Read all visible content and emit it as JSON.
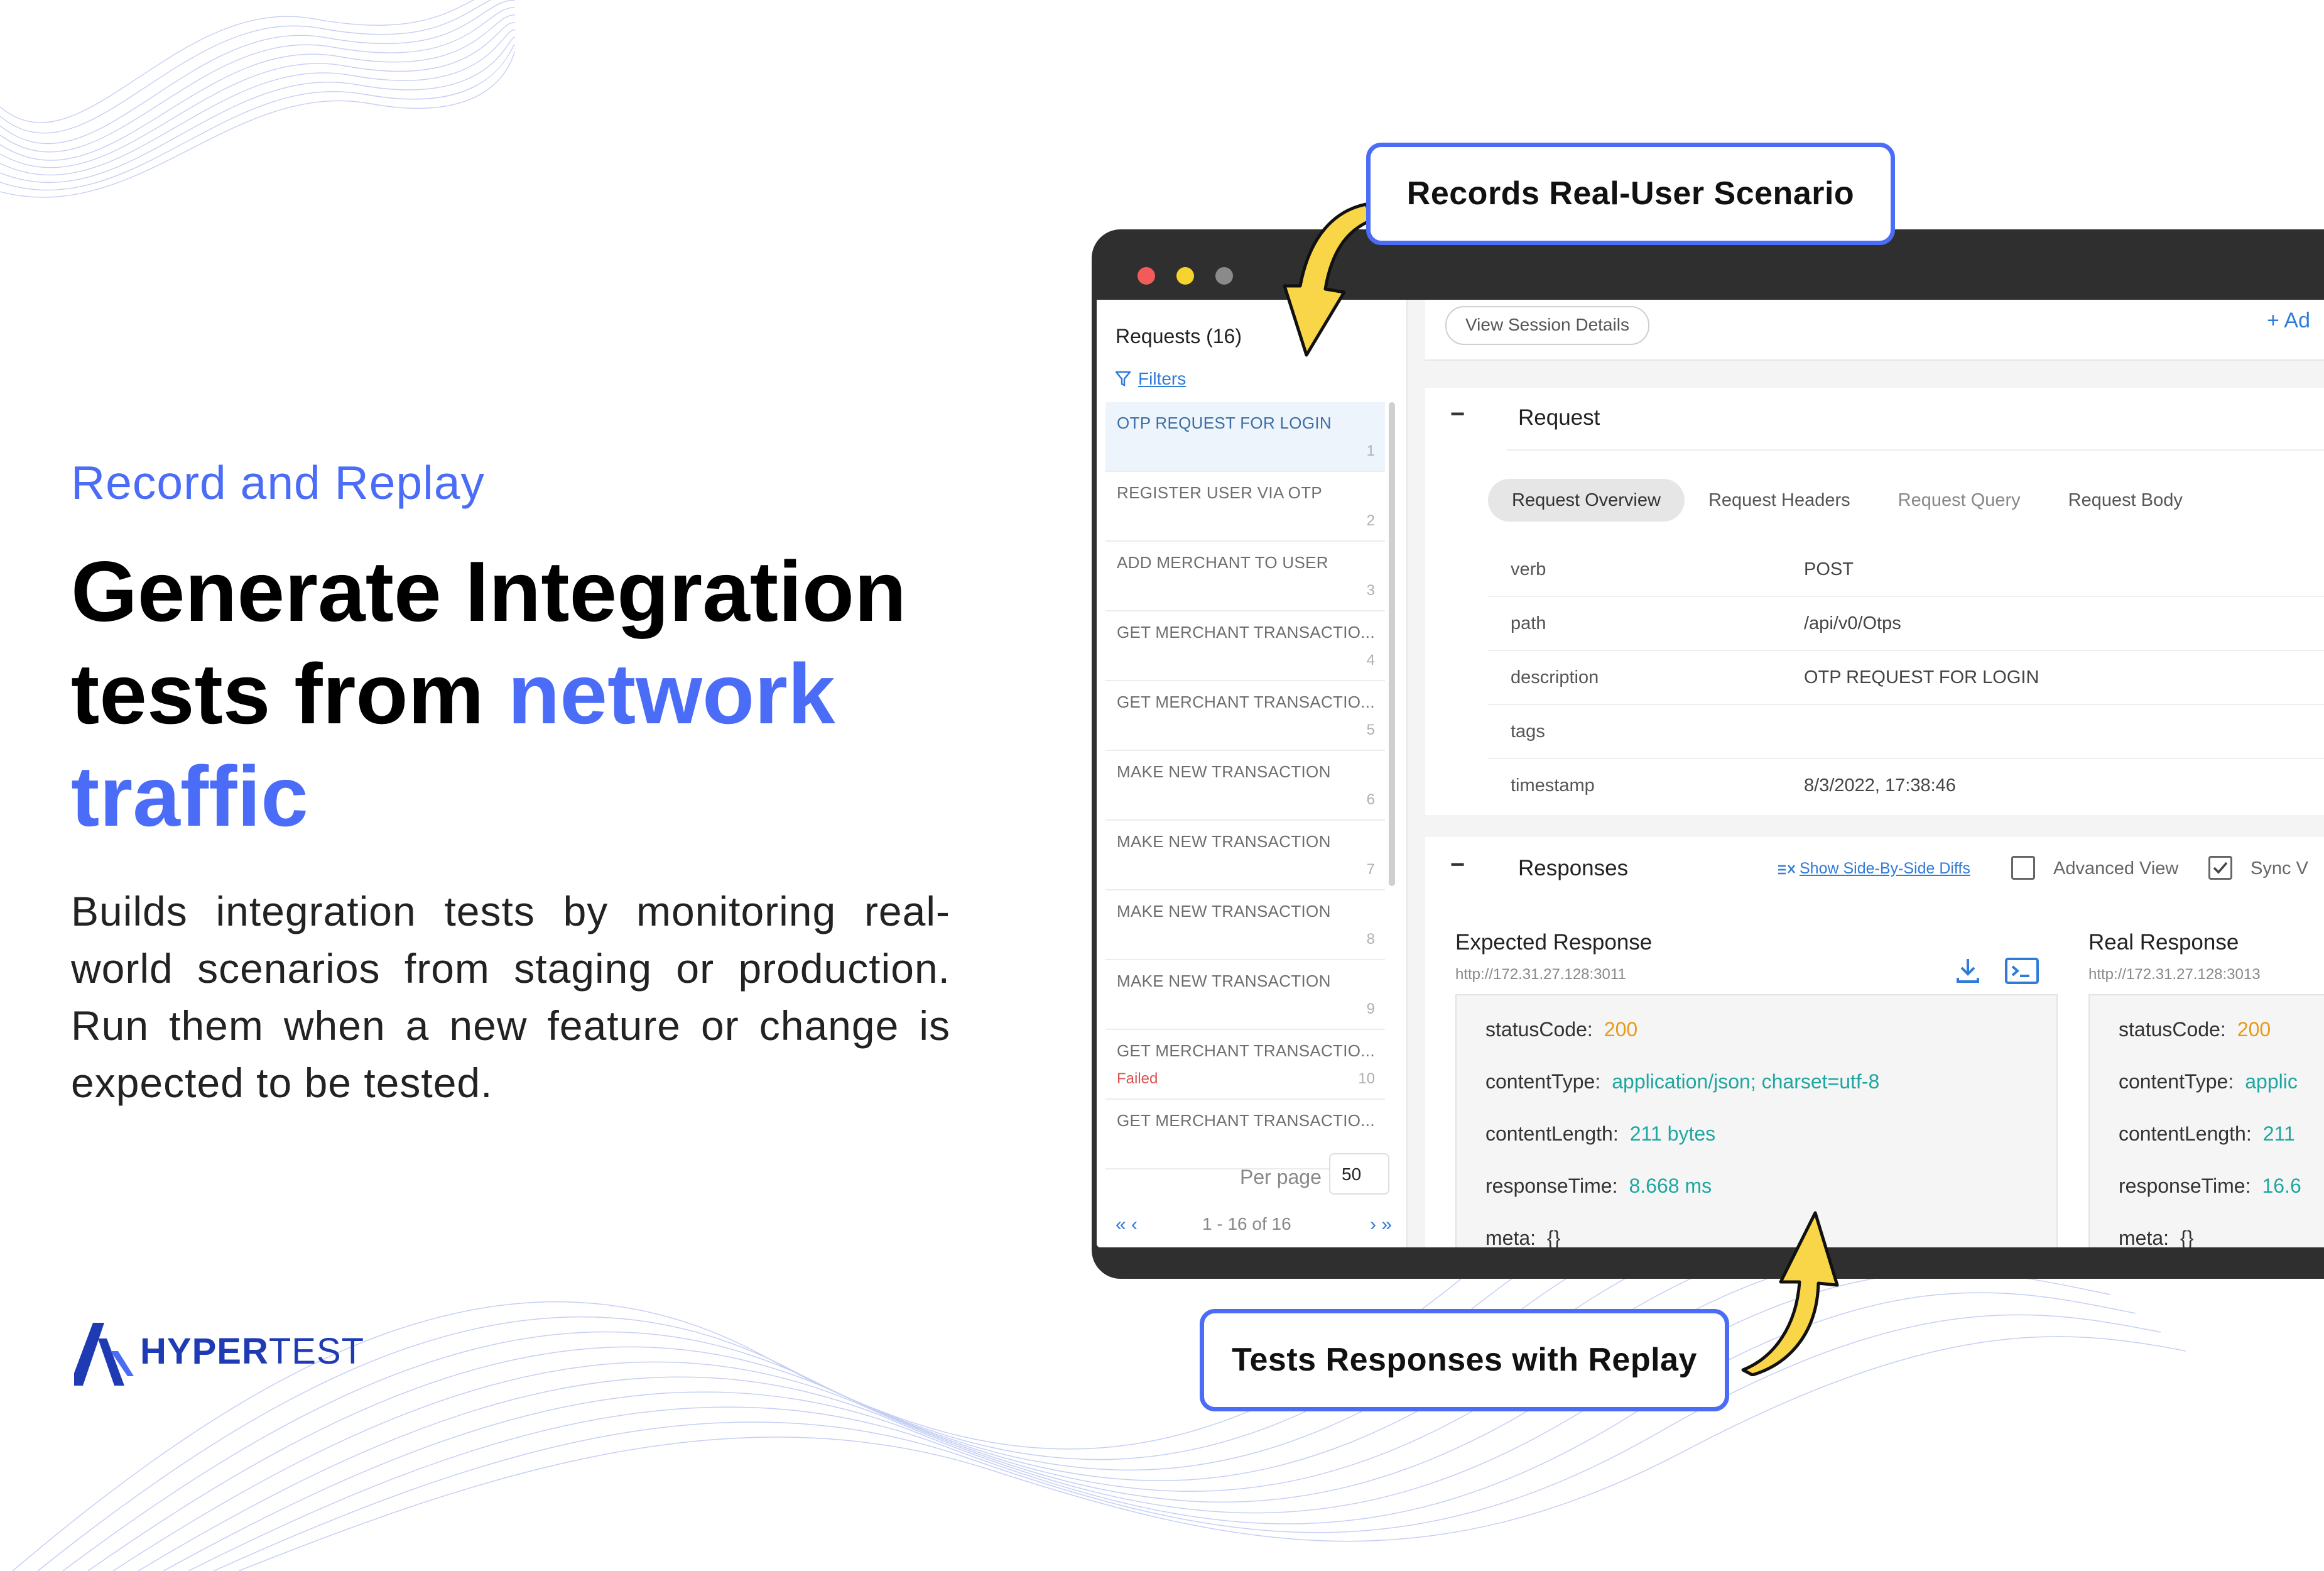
{
  "hero": {
    "eyebrow": "Record and Replay",
    "headline_part1": "Generate Integration tests from ",
    "headline_accent": "network traffic",
    "body": "Builds integration tests by monitoring real-world scenarios from staging or production. Run them when a new feature or change is expected to be tested."
  },
  "logo": {
    "bold": "HYPER",
    "light": "TEST"
  },
  "callouts": {
    "top": "Records Real-User Scenario",
    "bottom": "Tests Responses with Replay"
  },
  "colors": {
    "accent": "#4a6cf7",
    "callout_arrow": "#f9d648",
    "link": "#2f7bd8",
    "value_teal": "#1fa6a0",
    "value_orange": "#e89a1a",
    "failed": "#d9534f"
  },
  "sidebar": {
    "title": "Requests (16)",
    "filters": "Filters",
    "items": [
      {
        "name": "OTP REQUEST FOR LOGIN",
        "num": "1",
        "active": true
      },
      {
        "name": "REGISTER USER VIA OTP",
        "num": "2"
      },
      {
        "name": "ADD MERCHANT TO USER",
        "num": "3"
      },
      {
        "name": "GET MERCHANT TRANSACTIO...",
        "num": "4"
      },
      {
        "name": "GET MERCHANT TRANSACTIO...",
        "num": "5"
      },
      {
        "name": "MAKE NEW TRANSACTION",
        "num": "6"
      },
      {
        "name": "MAKE NEW TRANSACTION",
        "num": "7"
      },
      {
        "name": "MAKE NEW TRANSACTION",
        "num": "8"
      },
      {
        "name": "MAKE NEW TRANSACTION",
        "num": "9"
      },
      {
        "name": "GET MERCHANT TRANSACTIO...",
        "num": "10",
        "status": "Failed"
      },
      {
        "name": "GET MERCHANT TRANSACTIO...",
        "num": ""
      }
    ],
    "per_page_label": "Per page",
    "per_page_value": "50",
    "pager_range": "1 - 16 of 16",
    "pager_prev": "« ‹",
    "pager_next": "› »"
  },
  "topbar": {
    "session_button": "View Session Details",
    "add_link": "+ Ad"
  },
  "request": {
    "title": "Request",
    "collapse": "−",
    "tabs": [
      "Request Overview",
      "Request Headers",
      "Request Query",
      "Request Body"
    ],
    "rows": [
      {
        "key": "verb",
        "value": "POST"
      },
      {
        "key": "path",
        "value": "/api/v0/Otps"
      },
      {
        "key": "description",
        "value": "OTP REQUEST FOR LOGIN"
      },
      {
        "key": "tags",
        "value": ""
      },
      {
        "key": "timestamp",
        "value": "8/3/2022, 17:38:46"
      }
    ]
  },
  "responses": {
    "title": "Responses",
    "collapse": "−",
    "diffs_link": "Show Side-By-Side Diffs",
    "advanced_view": "Advanced View",
    "sync": "Sync V",
    "expected": {
      "title": "Expected Response",
      "url": "http://172.31.27.128:3011",
      "lines": [
        {
          "k": "statusCode:",
          "v": "200"
        },
        {
          "k": "contentType:",
          "v": "application/json; charset=utf-8"
        },
        {
          "k": "contentLength:",
          "v": "211 bytes"
        },
        {
          "k": "responseTime:",
          "v": "8.668 ms"
        },
        {
          "k": "meta:",
          "v": "{}"
        }
      ]
    },
    "real": {
      "title": "Real Response",
      "url": "http://172.31.27.128:3013",
      "lines": [
        {
          "k": "statusCode:",
          "v": "200"
        },
        {
          "k": "contentType:",
          "v": "applic"
        },
        {
          "k": "contentLength:",
          "v": "211"
        },
        {
          "k": "responseTime:",
          "v": "16.6"
        },
        {
          "k": "meta:",
          "v": "{}"
        }
      ]
    }
  }
}
